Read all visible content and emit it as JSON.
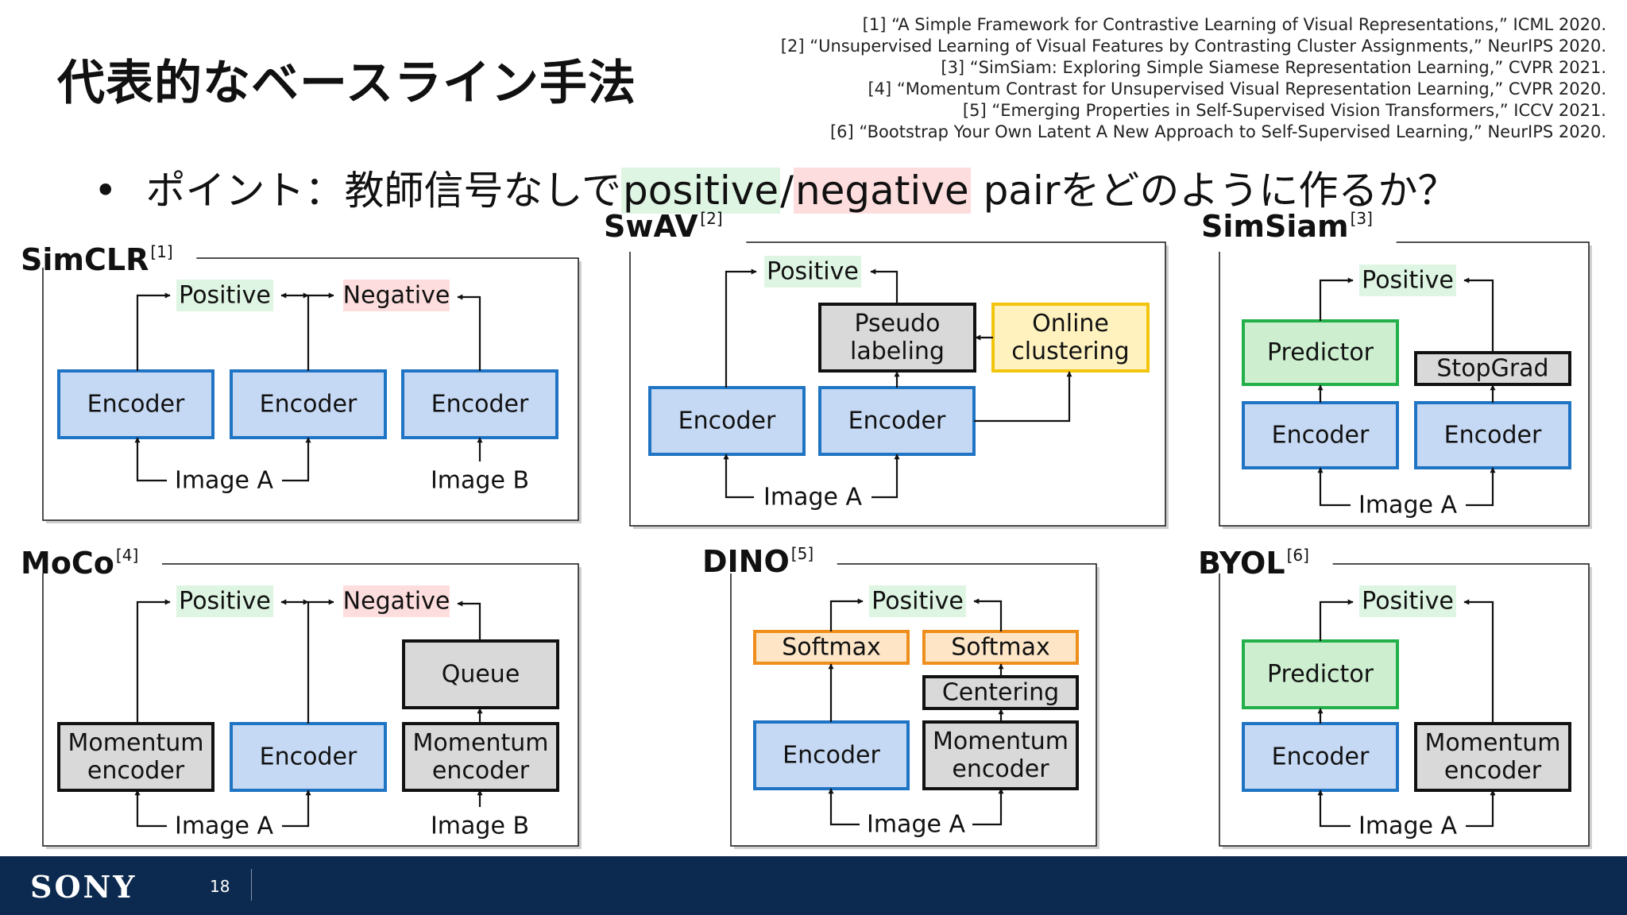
{
  "slide": {
    "title": "代表的なベースライン手法",
    "page_number": "18",
    "logo": "SONY",
    "references": [
      "[1] “A Simple Framework for Contrastive Learning of Visual Representations,” ICML 2020.",
      "[2] “Unsupervised Learning of Visual Features by Contrasting Cluster Assignments,” NeurIPS 2020.",
      "[3] “SimSiam: Exploring Simple Siamese Representation Learning,” CVPR 2021.",
      "[4] “Momentum Contrast for Unsupervised Visual Representation Learning,” CVPR 2020.",
      "[5] “Emerging Properties in Self-Supervised Vision Transformers,” ICCV 2021.",
      "[6] “Bootstrap Your Own Latent A New Approach to Self-Supervised Learning,” NeurIPS 2020."
    ],
    "bullet": {
      "marker": "•",
      "prefix": "ポイント：教師信号なしで",
      "positive": "positive",
      "slash": "/",
      "negative": "negative",
      "suffix": " pairをどのように作るか？"
    }
  },
  "colors": {
    "blue_fill": "#c6d9f4",
    "blue_stroke": "#1f74c4",
    "gray_fill": "#d9d9d9",
    "gray_stroke": "#111111",
    "green_fill": "#cdeecf",
    "green_stroke": "#23b04a",
    "yellow_fill": "#fff2bf",
    "yellow_stroke": "#f2c40c",
    "orange_fill": "#fde5c6",
    "orange_stroke": "#ee8e1c",
    "positive_bg": "#dff5e3",
    "negative_bg": "#fddddd",
    "footer_bg": "#0c2a4f"
  },
  "panels": {
    "simclr": {
      "name": "SimCLR",
      "ref": "[1]",
      "positive": "Positive",
      "negative": "Negative",
      "enc1": "Encoder",
      "enc2": "Encoder",
      "enc3": "Encoder",
      "imgA": "Image A",
      "imgB": "Image B"
    },
    "swav": {
      "name": "SwAV",
      "ref": "[2]",
      "positive": "Positive",
      "pseudo": [
        "Pseudo",
        "labeling"
      ],
      "online": [
        "Online",
        "clustering"
      ],
      "enc1": "Encoder",
      "enc2": "Encoder",
      "imgA": "Image A"
    },
    "simsiam": {
      "name": "SimSiam",
      "ref": "[3]",
      "positive": "Positive",
      "predictor": "Predictor",
      "stopgrad": "StopGrad",
      "enc1": "Encoder",
      "enc2": "Encoder",
      "imgA": "Image A"
    },
    "moco": {
      "name": "MoCo",
      "ref": "[4]",
      "positive": "Positive",
      "negative": "Negative",
      "momentum1": [
        "Momentum",
        "encoder"
      ],
      "enc": "Encoder",
      "queue": "Queue",
      "momentum2": [
        "Momentum",
        "encoder"
      ],
      "imgA": "Image A",
      "imgB": "Image B"
    },
    "dino": {
      "name": "DINO",
      "ref": "[5]",
      "positive": "Positive",
      "softmax1": "Softmax",
      "softmax2": "Softmax",
      "centering": "Centering",
      "enc": "Encoder",
      "momentum": [
        "Momentum",
        "encoder"
      ],
      "imgA": "Image A"
    },
    "byol": {
      "name": "BYOL",
      "ref": "[6]",
      "positive": "Positive",
      "predictor": "Predictor",
      "enc": "Encoder",
      "momentum": [
        "Momentum",
        "encoder"
      ],
      "imgA": "Image A"
    }
  }
}
